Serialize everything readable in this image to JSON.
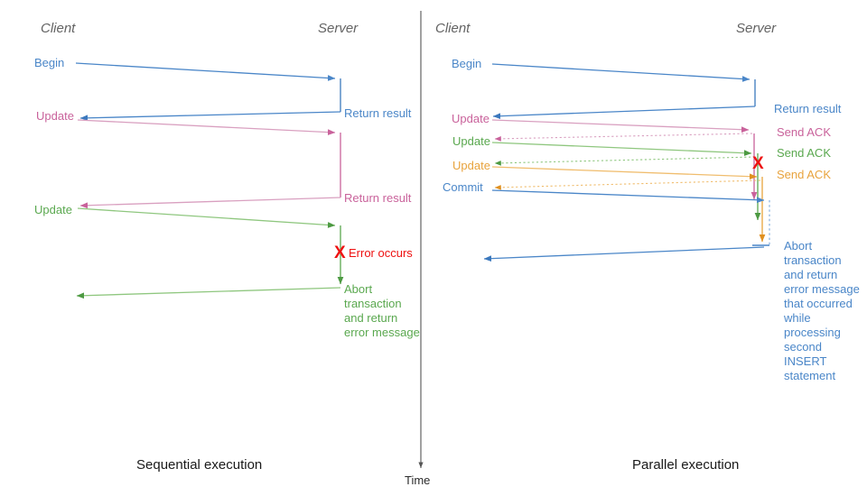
{
  "colors": {
    "blue": "#4a86c8",
    "blue_dark": "#3b78bd",
    "pink": "#c9629b",
    "pink_light": "#d9a0c0",
    "green": "#5aa84f",
    "green_light": "#8fc77f",
    "orange": "#e8a33d",
    "orange_light": "#f0bd6e",
    "red": "#ee1111",
    "gray_actor": "#636363",
    "axis": "#555555",
    "caption": "#1a1a1a"
  },
  "time_axis": {
    "label": "Time"
  },
  "left_panel": {
    "caption": "Sequential execution",
    "actors": {
      "client": "Client",
      "server": "Server"
    },
    "client_messages": [
      {
        "label": "Begin",
        "color": "blue"
      },
      {
        "label": "Update",
        "color": "pink"
      },
      {
        "label": "Update",
        "color": "green"
      }
    ],
    "server_messages": [
      {
        "label": "Return result",
        "color": "blue"
      },
      {
        "label": "Return result",
        "color": "pink"
      }
    ],
    "error": {
      "marker": "X",
      "label": "Error occurs",
      "color": "red"
    },
    "abort_note": "Abort\ntransaction\nand return\nerror message"
  },
  "right_panel": {
    "caption": "Parallel execution",
    "actors": {
      "client": "Client",
      "server": "Server"
    },
    "client_messages": [
      {
        "label": "Begin",
        "color": "blue"
      },
      {
        "label": "Update",
        "color": "pink"
      },
      {
        "label": "Update",
        "color": "green"
      },
      {
        "label": "Update",
        "color": "orange"
      },
      {
        "label": "Commit",
        "color": "blue"
      }
    ],
    "server_messages": [
      {
        "label": "Return result",
        "color": "blue"
      },
      {
        "label": "Send ACK",
        "color": "pink"
      },
      {
        "label": "Send ACK",
        "color": "green"
      },
      {
        "label": "Send ACK",
        "color": "orange"
      }
    ],
    "error": {
      "marker": "X",
      "color": "red"
    },
    "abort_note": "Abort\ntransaction\nand return\nerror message\nthat occurred\nwhile\nprocessing\nsecond\nINSERT\nstatement"
  }
}
